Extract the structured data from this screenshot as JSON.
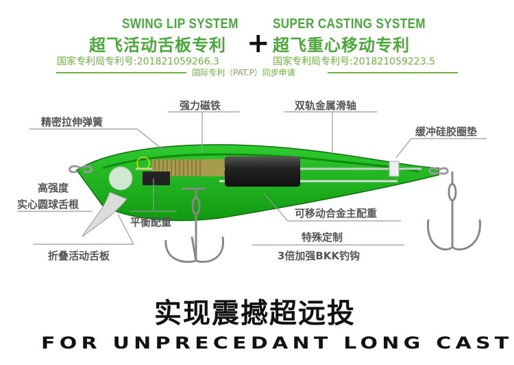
{
  "header": {
    "left": {
      "en": "SWING LIP SYSTEM",
      "cn": "超飞活动舌板专利",
      "patent": "国家专利局专利号:201821059266.3"
    },
    "plus": "+",
    "right": {
      "en": "SUPER CASTING SYSTEM",
      "cn": "超飞重心移动专利",
      "patent": "国家专利局专利号:201821059223.5"
    },
    "intl": "国际专利（PAT.P）同步申请"
  },
  "labels": {
    "magnet": "强力磁铁",
    "rail": "双轨金属滑轴",
    "spring": "精密拉伸弹簧",
    "cushion": "缓冲硅胶圈垫",
    "ball1": "高强度",
    "ball2": "实心圆球舌根",
    "balance": "平衡配重",
    "weight": "可移动合金主配重",
    "hook1": "特殊定制",
    "hook2": "3倍加强BKK钓钩",
    "lip": "折叠活动舌板"
  },
  "footer": {
    "title": "实现震撼超远投",
    "subtitle": "FOR UNPRECEDANT LONG CASTING"
  },
  "colors": {
    "green": "#4aa83a",
    "body": "#1fb51f"
  }
}
